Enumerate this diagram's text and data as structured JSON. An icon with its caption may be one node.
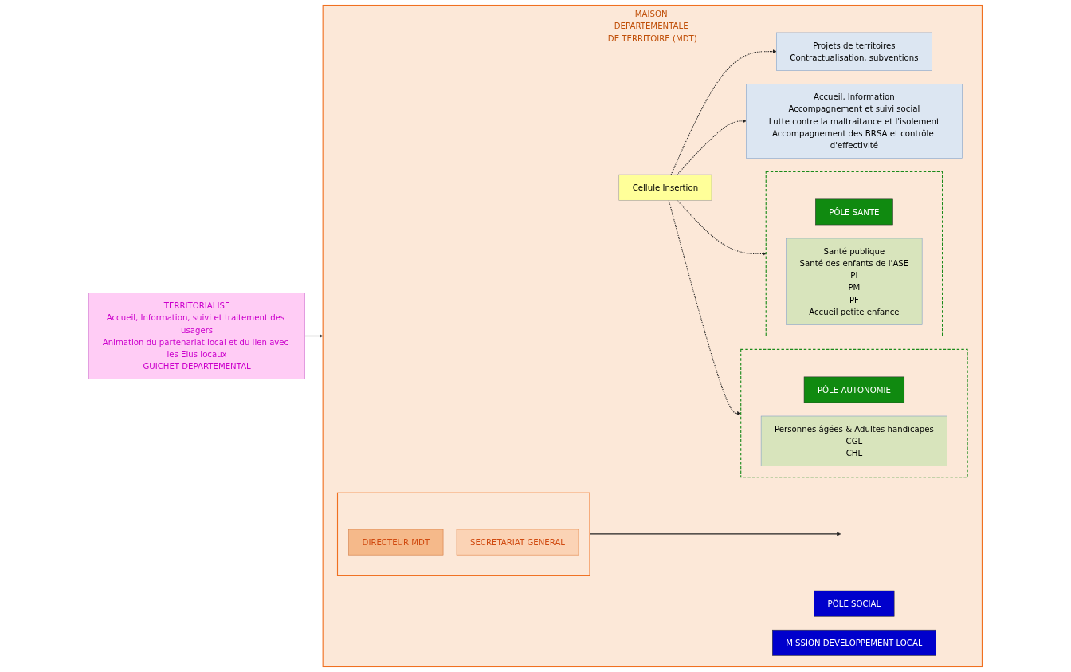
{
  "diagram": {
    "nodes": [
      {
        "text": [
          "TERRITORIALISE",
          "Accueil, Information, suivi et traitement des usagers",
          "Animation du partenariat local et du lien avec les Elus locaux",
          "GUICHET DEPARTEMENTAL"
        ]
      },
      {
        "text": [
          "MAISON DEPARTEMENTALE DE TERRITOIRE (MDT)"
        ]
      },
      {
        "text": [],
        "shape": "box",
        "in": 1
      },
      {
        "text": [
          "DIRECTEUR MDT"
        ],
        "in": 2
      },
      {
        "text": [
          "SECRETARIAT GENERAL"
        ],
        "in": 2
      },
      {
        "text": [],
        "shape": "box",
        "in": 1
      },
      {
        "text": [
          "PÔLE SANTE"
        ],
        "in": 5
      },
      {
        "text": [
          "Santé publique",
          "Santé des enfants de l'ASE",
          "PI",
          "PM",
          "PF",
          "Accueil petite enfance"
        ],
        "in": 5
      },
      {
        "text": [
          "PÔLE SOCIAL"
        ],
        "in": 1
      },
      {
        "text": [
          "Accueil, Information",
          "Accompagnement et suivi social",
          "Lutte contre la maltraitance et l'isolement",
          "Accompagnement des BRSA et contrôle d'effectivité"
        ],
        "in": 1
      },
      {
        "text": [
          "MISSION DEVELOPPEMENT LOCAL"
        ],
        "in": 1
      },
      {
        "text": [
          "Projets de territoires",
          "Contractualisation, subventions"
        ],
        "in": 1
      },
      {
        "text": [
          "Cellule Insertion"
        ],
        "in": 1
      },
      {
        "text": [],
        "shape": "box",
        "in": 1
      },
      {
        "text": [
          "PÔLE AUTONOMIE"
        ],
        "in": 13
      },
      {
        "text": [
          "Personnes âgées & Adultes handicapés",
          "CGL",
          "CHL"
        ],
        "in": 13
      }
    ],
    "edges": [
      {
        "from": 0,
        "to": 1,
        "arrow": "to"
      },
      {
        "from": 2,
        "to": null,
        "arrow": "to"
      },
      {
        "from": 12,
        "to": 11,
        "arrow": "to",
        "style": "dashed"
      },
      {
        "from": 12,
        "to": 5,
        "arrow": "to",
        "style": "dashed"
      },
      {
        "from": 12,
        "to": 9,
        "arrow": "to",
        "style": "dashed"
      },
      {
        "from": 12,
        "to": 13,
        "arrow": "to",
        "style": "dashed"
      }
    ]
  }
}
